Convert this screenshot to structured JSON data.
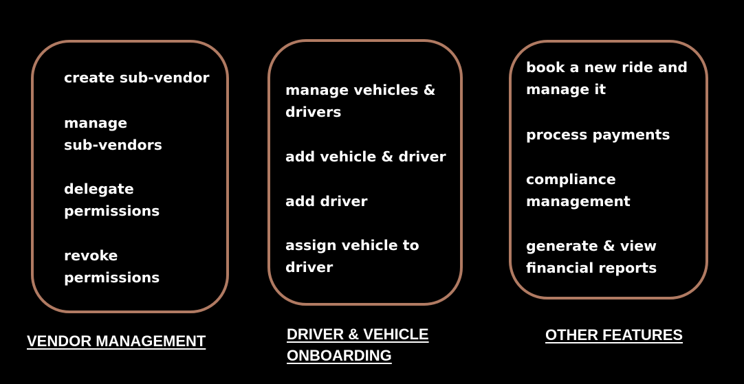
{
  "panels": {
    "vendor": {
      "caption": "VENDOR MANAGEMENT",
      "items": [
        [
          "create sub-vendor"
        ],
        [
          "manage",
          "sub-vendors"
        ],
        [
          "delegate",
          "permissions"
        ],
        [
          "revoke",
          "permissions"
        ]
      ]
    },
    "driver": {
      "caption_lines": [
        "DRIVER & VEHICLE",
        "ONBOARDING"
      ],
      "items": [
        [
          "manage vehicles &",
          "drivers"
        ],
        [
          "add vehicle & driver"
        ],
        [
          "add driver"
        ],
        [
          "assign vehicle to",
          "driver"
        ]
      ]
    },
    "other": {
      "caption": "OTHER FEATURES",
      "items": [
        [
          "book a new ride and",
          "manage it"
        ],
        [
          "process payments"
        ],
        [
          "compliance",
          "management"
        ],
        [
          "generate & view",
          "financial reports"
        ]
      ]
    }
  },
  "colors": {
    "background": "#000000",
    "panel_border": "#b07a62",
    "text": "#ffffff"
  }
}
